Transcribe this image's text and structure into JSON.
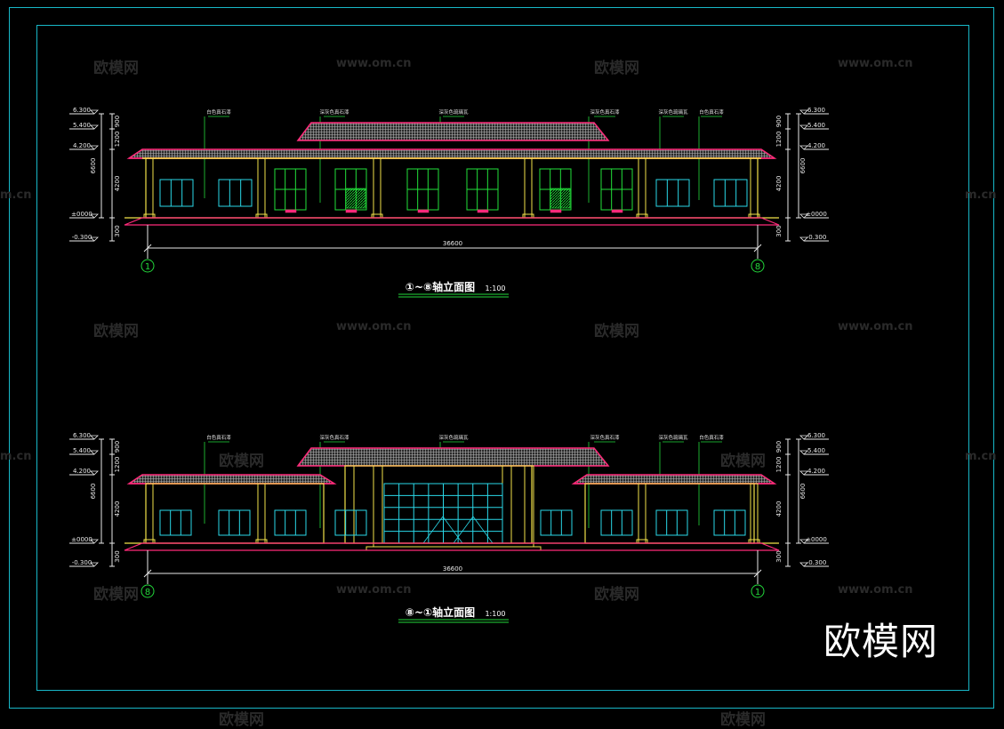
{
  "brand_logo": "欧模网",
  "watermarks": {
    "cn": "欧模网",
    "url": "www.om.cn",
    "partial_url": "m.cn"
  },
  "elevation_1": {
    "title_axes": "①~⑧轴立面图",
    "title_scale": "1:100",
    "axis_left": "1",
    "axis_right": "8",
    "total_dimension": "36600",
    "levels_left": [
      "6.300",
      "5.400",
      "4.200",
      "±0000",
      "-0.300"
    ],
    "levels_right": [
      "6.300",
      "5.400",
      "4.200",
      "±0000",
      "-0.300"
    ],
    "vertical_dims": [
      "900",
      "1200",
      "4200",
      "6600",
      "300"
    ],
    "annotations": [
      "白色真石漆",
      "深灰色真石漆",
      "深灰色琉璃瓦",
      "深灰色真石漆",
      "深灰色琉璃瓦",
      "白色真石漆"
    ]
  },
  "elevation_2": {
    "title_axes": "⑧~①轴立面图",
    "title_scale": "1:100",
    "axis_left": "8",
    "axis_right": "1",
    "total_dimension": "36600",
    "levels_left": [
      "6.300",
      "5.400",
      "4.200",
      "±0000",
      "-0.300"
    ],
    "levels_right": [
      "6.300",
      "5.400",
      "4.200",
      "±0000",
      "-0.300"
    ],
    "vertical_dims": [
      "900",
      "1200",
      "4200",
      "6600",
      "300"
    ],
    "annotations": [
      "白色真石漆",
      "深灰色真石漆",
      "深灰色琉璃瓦",
      "深灰色真石漆",
      "深灰色琉璃瓦",
      "白色真石漆"
    ]
  },
  "colors": {
    "frame": "#18b8c8",
    "roof": "#ff2a7a",
    "tile": "#9a9a9a",
    "wall": "#f2e24a",
    "glass": "#2ad8e8",
    "window_green": "#22e03a",
    "leader": "#22d83a",
    "dim": "#e8e8e8",
    "ground": "#ff2a7a"
  }
}
